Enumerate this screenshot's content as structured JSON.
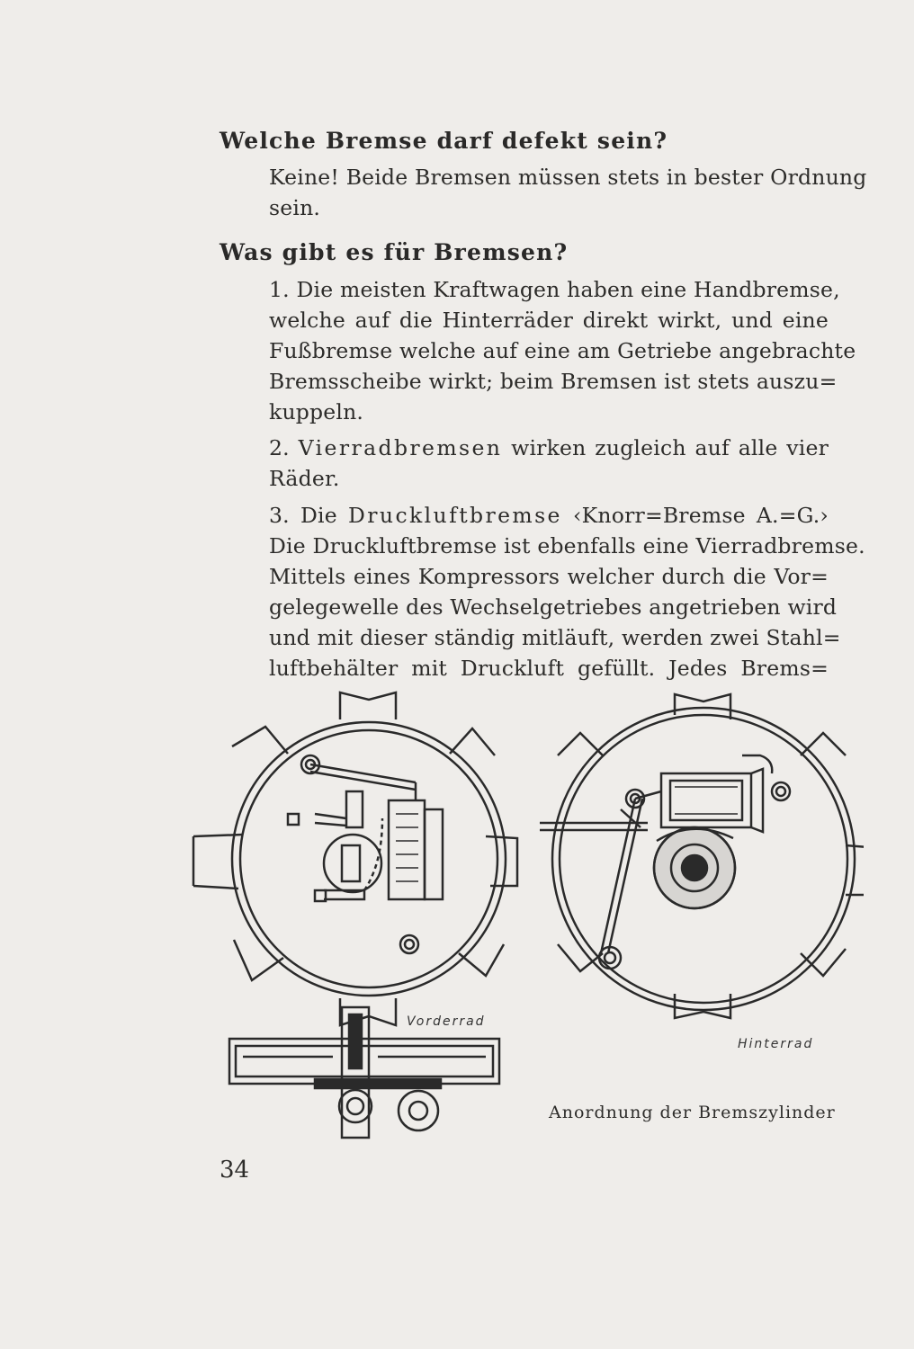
{
  "sections": [
    {
      "question": "Welche Bremse darf defekt sein?",
      "answer_lines": [
        "Keine! Beide Bremsen müssen stets in bester Ordnung",
        "sein."
      ]
    },
    {
      "question": "Was gibt es für Bremsen?",
      "para1_lines": [
        "1. Die meisten Kraftwagen haben eine Handbremse,",
        "welche auf die Hinterräder direkt wirkt, und eine",
        "Fußbremse welche auf eine am Getriebe angebrachte",
        "Bremsscheibe wirkt; beim Bremsen ist stets auszu=",
        "kuppeln."
      ],
      "para2_num": "2.",
      "para2_head": "Vierradbremsen",
      "para2_rest": "wirken zugleich auf alle vier",
      "para2_last": "Räder.",
      "para3_num": "3. Die",
      "para3_head": "Druckluftbremse",
      "para3_rest": "‹Knorr=Bremse A.=G.›",
      "para3_lines": [
        "Die Druckluftbremse ist ebenfalls eine Vierradbremse.",
        "Mittels eines Kompressors welcher durch die Vor=",
        "gelegewelle des Wechselgetriebes angetrieben wird",
        "und mit dieser ständig mitläuft, werden zwei Stahl=",
        "luftbehälter mit Druckluft gefüllt.  Jedes Brems="
      ]
    }
  ],
  "figure": {
    "label_front": "Vorderrad",
    "label_rear": "Hinterrad",
    "caption": "Anordnung der Bremszylinder"
  },
  "page_number": "34"
}
